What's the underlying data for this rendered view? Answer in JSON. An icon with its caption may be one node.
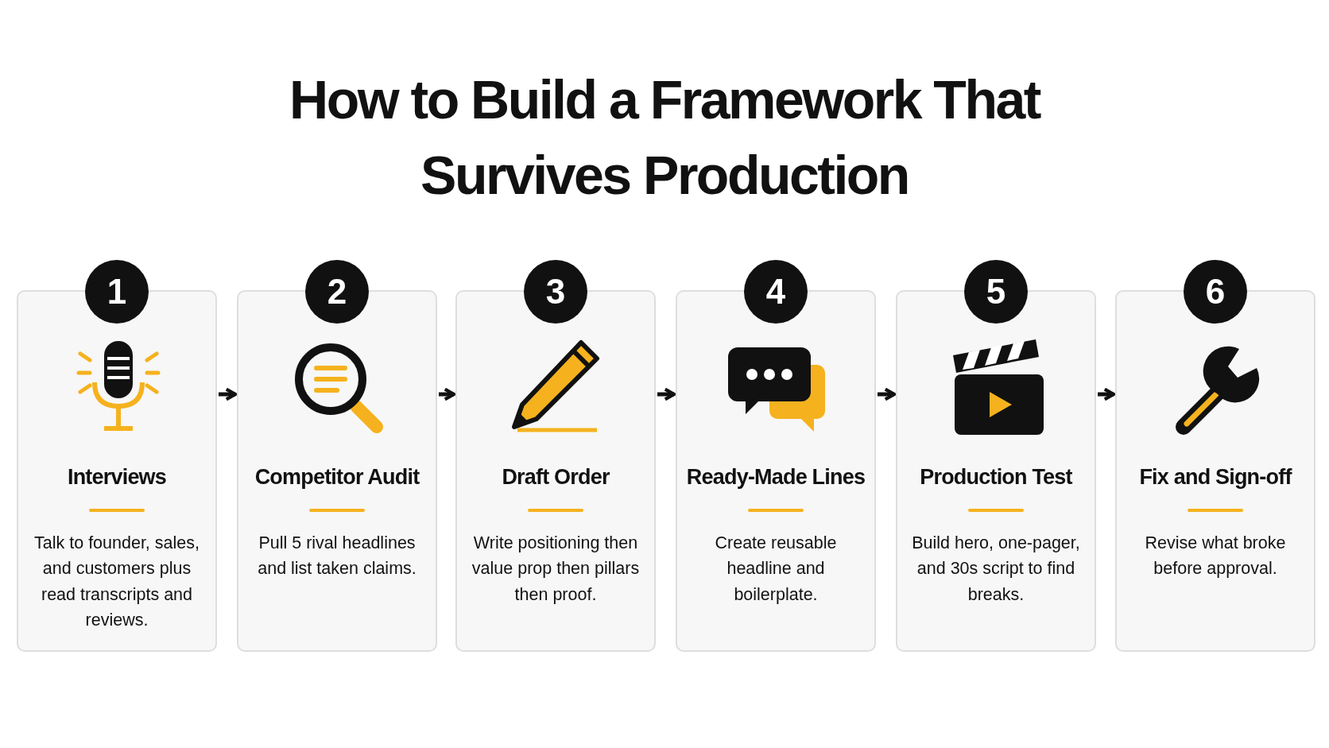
{
  "diagram": {
    "title": "How to Build a Framework That Survives Production",
    "nodes": [
      {
        "text": [
          "1",
          "Interviews",
          "Talk to founder, sales, and customers plus read transcripts and reviews."
        ]
      },
      {
        "text": [
          "2",
          "Competitor Audit",
          "Pull 5 rival headlines and list taken claims."
        ]
      },
      {
        "text": [
          "3",
          "Draft Order",
          "Write positioning then value prop then pillars then proof."
        ]
      },
      {
        "text": [
          "4",
          "Ready-Made Lines",
          "Create reusable headline and boilerplate."
        ]
      },
      {
        "text": [
          "5",
          "Production Test",
          "Build hero, one-pager, and 30s script to find breaks."
        ]
      },
      {
        "text": [
          "6",
          "Fix and Sign-off",
          "Revise what broke before approval."
        ]
      }
    ],
    "edges": [
      {
        "from": 0,
        "to": 1,
        "arrow": "to"
      },
      {
        "from": 1,
        "to": 2,
        "arrow": "to"
      },
      {
        "from": 2,
        "to": 3,
        "arrow": "to"
      },
      {
        "from": 3,
        "to": 4,
        "arrow": "to"
      },
      {
        "from": 4,
        "to": 5,
        "arrow": "to"
      }
    ]
  }
}
